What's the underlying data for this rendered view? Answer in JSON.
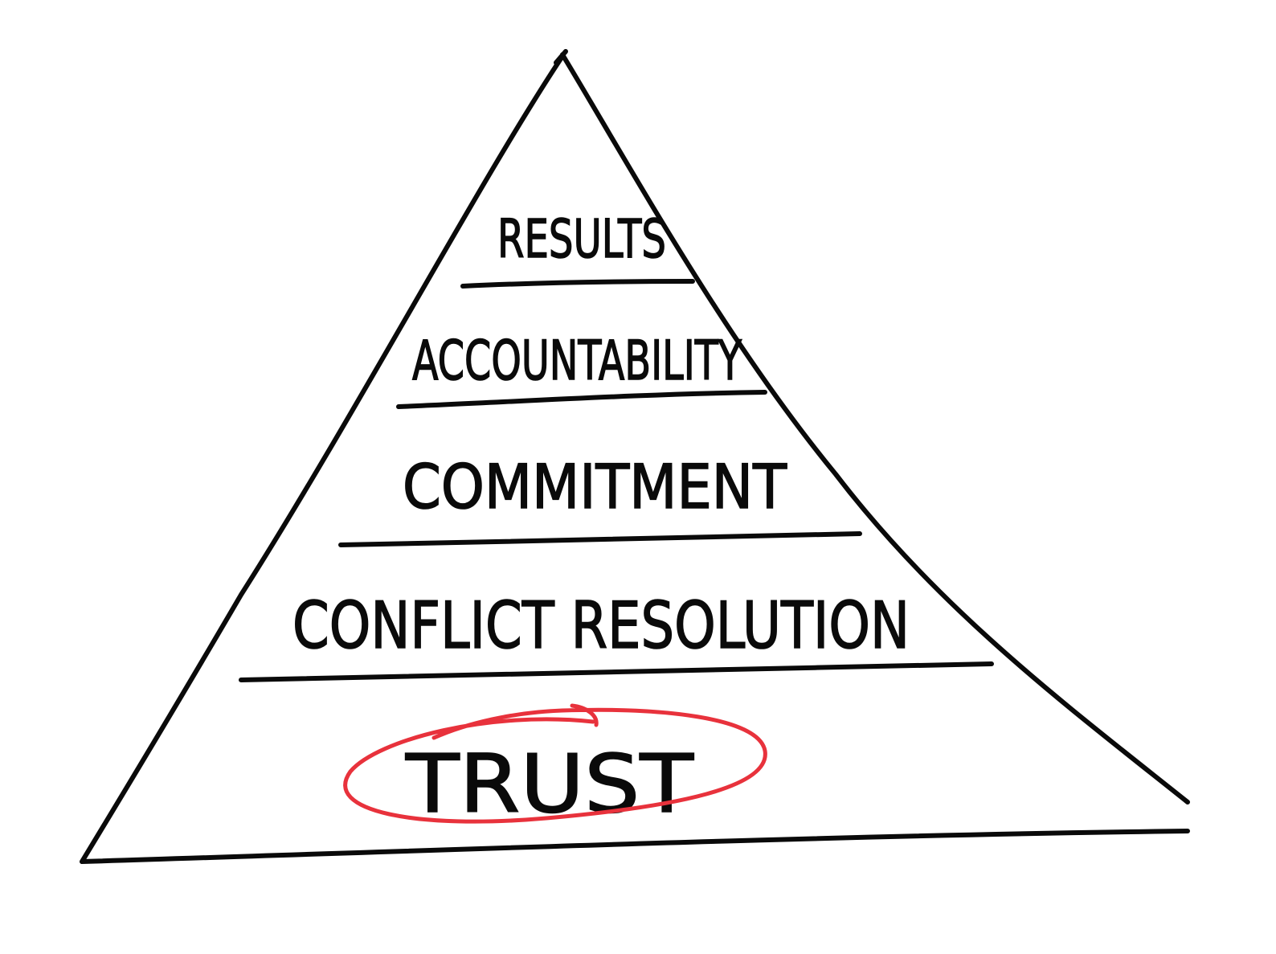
{
  "diagram": {
    "levels": [
      {
        "label": "RESULTS"
      },
      {
        "label": "ACCOUNTABILITY"
      },
      {
        "label": "COMMITMENT"
      },
      {
        "label": "CONFLICT RESOLUTION"
      },
      {
        "label": "TRUST",
        "highlighted": true
      }
    ],
    "colors": {
      "ink": "#0a0a0a",
      "highlight": "#e8323c",
      "background": "#ffffff"
    }
  }
}
